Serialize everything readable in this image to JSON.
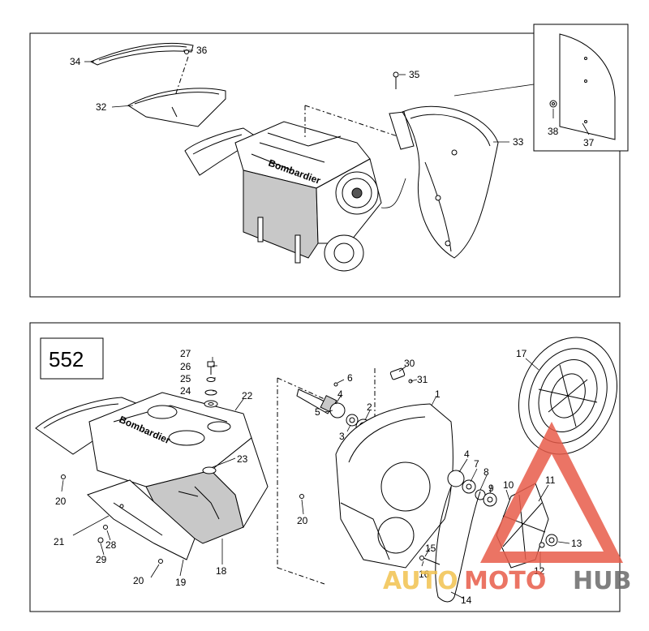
{
  "page_number": "552",
  "watermark": {
    "part_a": "AUTO",
    "part_b": "MOTO",
    "part_c": "HUB",
    "colors": {
      "auto": "#f2c24f",
      "moto": "#e85c4a",
      "hub": "#6b6b6b",
      "triangle": "#e85c4a"
    }
  },
  "engine_brand_text": "Bombardier",
  "top_callouts": {
    "c34": "34",
    "c36": "36",
    "c32": "32",
    "c35": "35",
    "c33": "33",
    "c38": "38",
    "c37": "37"
  },
  "bottom_callouts": {
    "c27": "27",
    "c26": "26",
    "c25": "25",
    "c24": "24",
    "c22": "22",
    "c23": "23",
    "c20a": "20",
    "c20b": "20",
    "c20c": "20",
    "c21": "21",
    "c28": "28",
    "c29": "29",
    "c19": "19",
    "c18": "18",
    "c6": "6",
    "c4a": "4",
    "c5": "5",
    "c3": "3",
    "c2": "2",
    "c30": "30",
    "c31": "31",
    "c1": "1",
    "c17": "17",
    "c4b": "4",
    "c7": "7",
    "c8": "8",
    "c9": "9",
    "c10": "10",
    "c11": "11",
    "c15": "15",
    "c16": "16",
    "c12": "12",
    "c13": "13",
    "c14": "14"
  }
}
